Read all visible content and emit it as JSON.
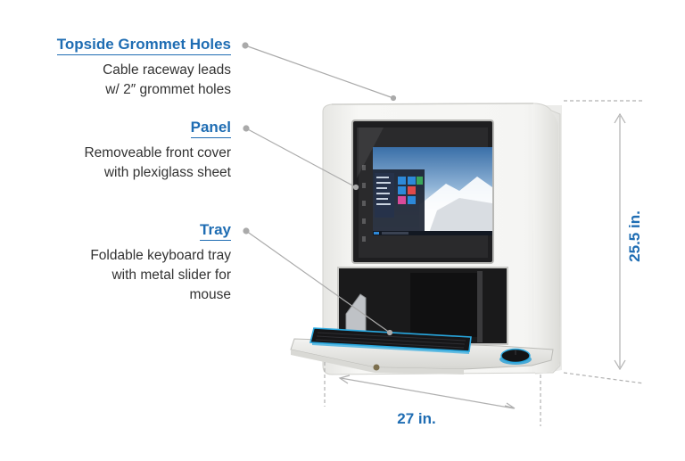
{
  "callouts": [
    {
      "title": "Topside Grommet Holes",
      "desc": [
        "Cable raceway leads",
        "w/ 2″ grommet holes"
      ]
    },
    {
      "title": "Panel",
      "desc": [
        "Removeable front cover",
        "with plexiglass sheet"
      ]
    },
    {
      "title": "Tray",
      "desc": [
        "Foldable keyboard tray",
        "with metal slider for",
        "mouse"
      ]
    }
  ],
  "dimensions": {
    "height": "25.5 in.",
    "width": "27 in."
  },
  "colors": {
    "accent": "#1f6db3",
    "text": "#333333",
    "leader": "#aaaaaa",
    "cabinet": "#f2f2f0",
    "keyboard_glow": "#28a8e0"
  },
  "icons": [
    "windows-desktop-screen",
    "keyboard",
    "mouse"
  ]
}
